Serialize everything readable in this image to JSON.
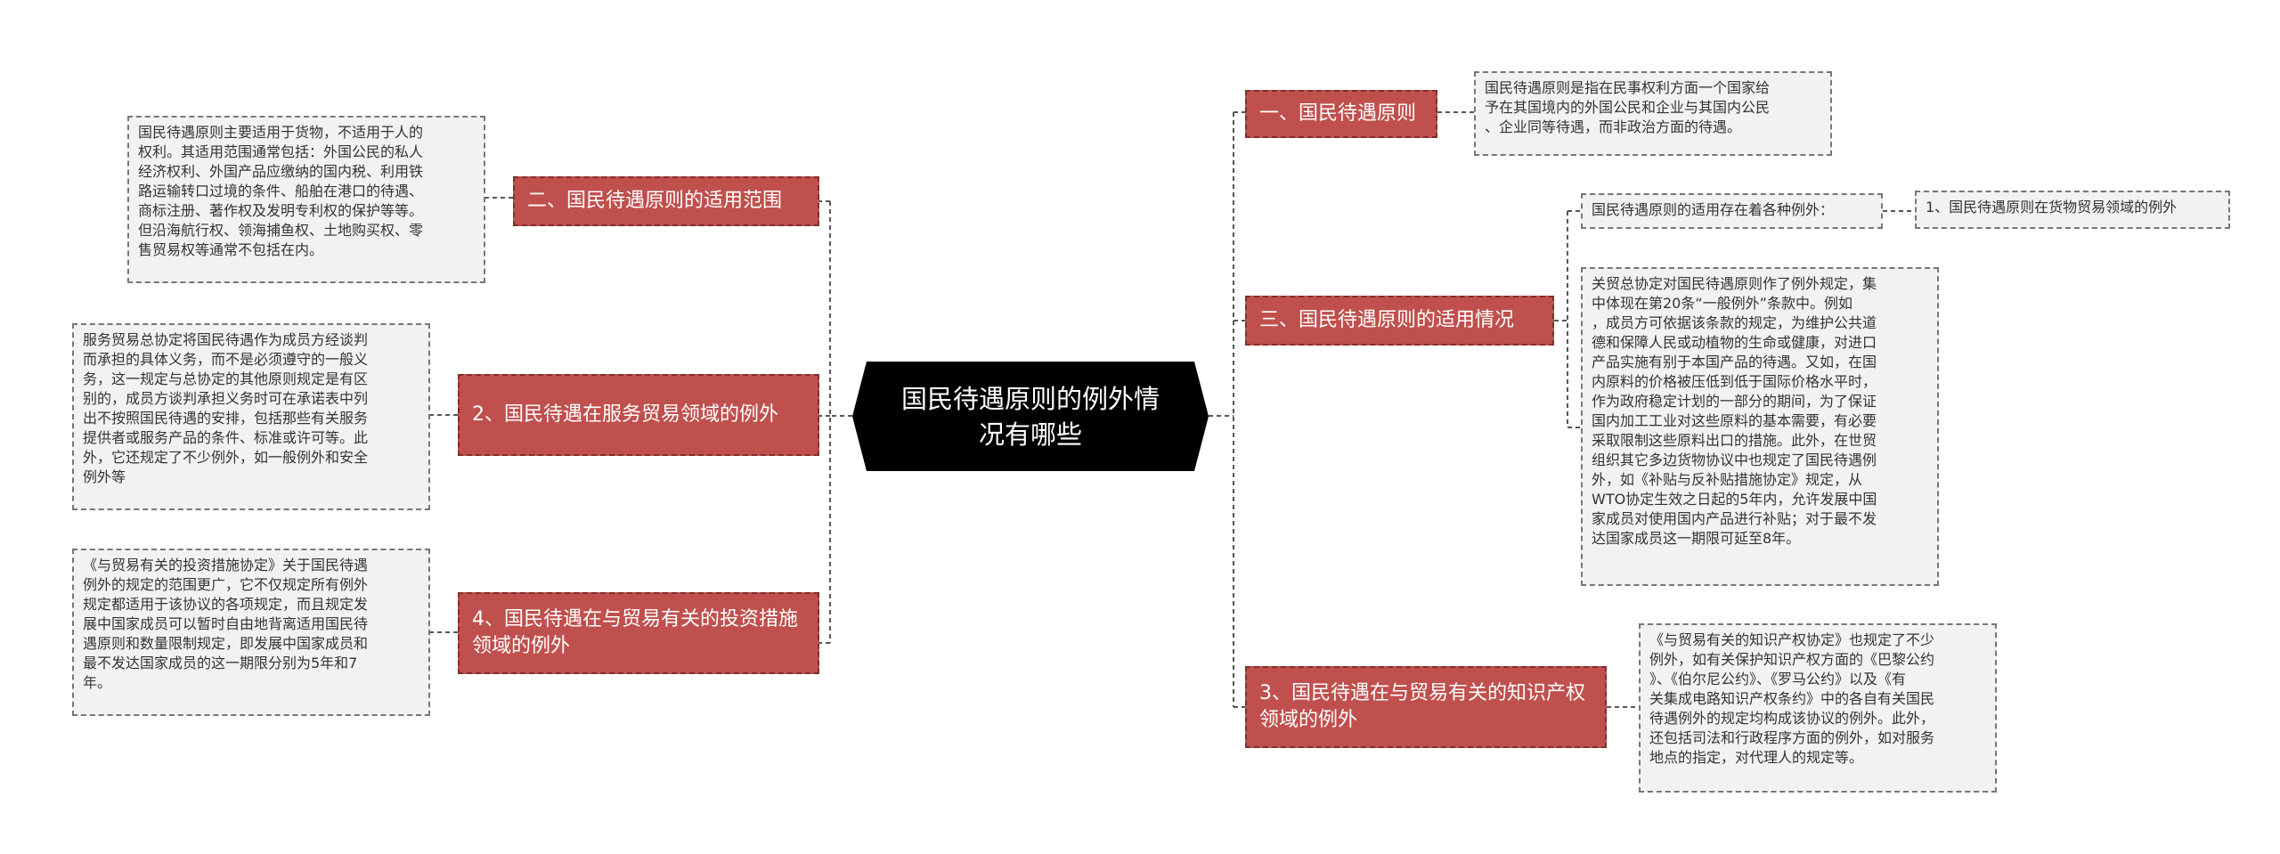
{
  "center": "国民待遇原则的例外情况有哪些",
  "colors": {
    "center_bg": "#000000",
    "topic_bg": "#c0504d",
    "note_bg": "#f2f2f2",
    "connector": "#555555"
  },
  "left": {
    "scope": {
      "title": "二、国民待遇原则的适用范围",
      "note": "国民待遇原则主要适用于货物，不适用于人的\n权利。其适用范围通常包括：外国公民的私人\n经济权利、外国产品应缴纳的国内税、利用铁\n路运输转口过境的条件、船舶在港口的待遇、\n商标注册、著作权及发明专利权的保护等等。\n但沿海航行权、领海捕鱼权、土地购买权、零\n售贸易权等通常不包括在内。"
    },
    "services": {
      "title": "2、国民待遇在服务贸易领域的例外",
      "note": "服务贸易总协定将国民待遇作为成员方经谈判\n而承担的具体义务，而不是必须遵守的一般义\n务，这一规定与总协定的其他原则规定是有区\n别的，成员方谈判承担义务时可在承诺表中列\n出不按照国民待遇的安排，包括那些有关服务\n提供者或服务产品的条件、标准或许可等。此\n外，它还规定了不少例外，如一般例外和安全\n例外等"
    },
    "investment": {
      "title": "4、国民待遇在与贸易有关的投资措施领域的例外",
      "note": "《与贸易有关的投资措施协定》关于国民待遇\n例外的规定的范围更广，它不仅规定所有例外\n规定都适用于该协议的各项规定，而且规定发\n展中国家成员可以暂时自由地背离适用国民待\n遇原则和数量限制规定，即发展中国家成员和\n最不发达国家成员的这一期限分别为5年和7\n年。"
    }
  },
  "right": {
    "principle": {
      "title": "一、国民待遇原则",
      "note": "国民待遇原则是指在民事权利方面一个国家给\n予在其国境内的外国公民和企业与其国内公民\n、企业同等待遇，而非政治方面的待遇。"
    },
    "application": {
      "title": "三、国民待遇原则的适用情况",
      "sub_note": "国民待遇原则的适用存在着各种例外：",
      "sub_item": "1、国民待遇原则在货物贸易领域的例外",
      "note": "关贸总协定对国民待遇原则作了例外规定，集\n中体现在第20条“一般例外”条款中。例如\n，成员方可依据该条款的规定，为维护公共道\n德和保障人民或动植物的生命或健康，对进口\n产品实施有别于本国产品的待遇。又如，在国\n内原料的价格被压低到低于国际价格水平时，\n作为政府稳定计划的一部分的期间，为了保证\n国内加工工业对这些原料的基本需要，有必要\n采取限制这些原料出口的措施。此外，在世贸\n组织其它多边货物协议中也规定了国民待遇例\n外，如《补贴与反补贴措施协定》规定，从\nWTO协定生效之日起的5年内，允许发展中国\n家成员对使用国内产品进行补贴；对于最不发\n达国家成员这一期限可延至8年。"
    },
    "ip": {
      "title": "3、国民待遇在与贸易有关的知识产权领域的例外",
      "note": "《与贸易有关的知识产权协定》也规定了不少\n例外，如有关保护知识产权方面的《巴黎公约\n》、《伯尔尼公约》、《罗马公约》以及《有\n关集成电路知识产权条约》中的各自有关国民\n待遇例外的规定均构成该协议的例外。此外，\n还包括司法和行政程序方面的例外，如对服务\n地点的指定，对代理人的规定等。"
    }
  }
}
